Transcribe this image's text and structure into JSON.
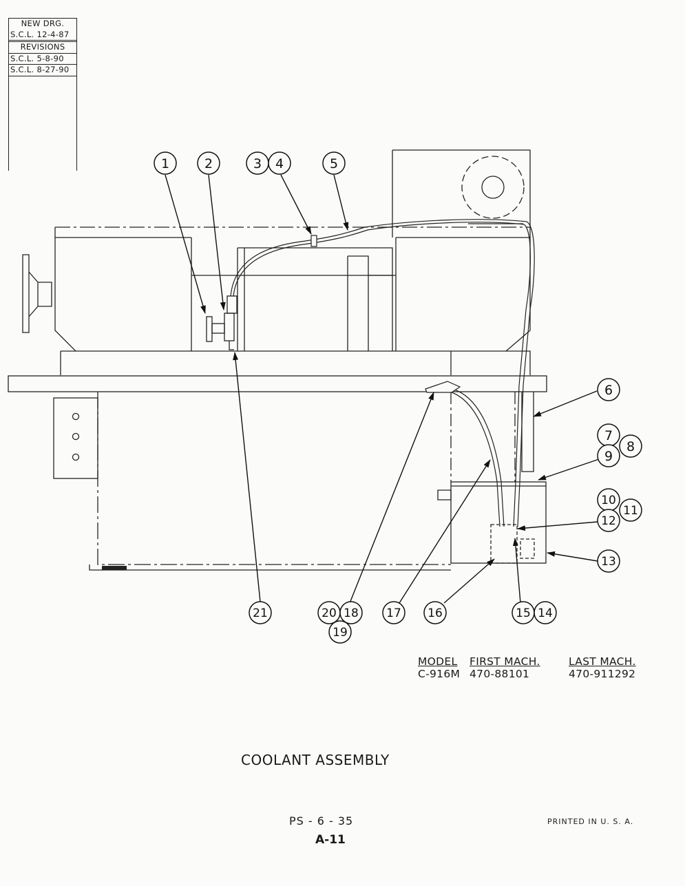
{
  "revision_block": {
    "new_drawing_label": "NEW DRG.",
    "new_drawing_entry": "S.C.L. 12-4-87",
    "revisions_label": "REVISIONS",
    "revisions": [
      "S.C.L. 5-8-90",
      "S.C.L. 8-27-90"
    ]
  },
  "callouts": [
    "1",
    "2",
    "3",
    "4",
    "5",
    "6",
    "7",
    "8",
    "9",
    "10",
    "11",
    "12",
    "13",
    "14",
    "15",
    "16",
    "17",
    "18",
    "19",
    "20",
    "21"
  ],
  "model_table": {
    "headers": [
      "MODEL",
      "FIRST MACH.",
      "LAST MACH."
    ],
    "row": [
      "C-916M",
      "470-88101",
      "470-911292"
    ]
  },
  "title": "COOLANT ASSEMBLY",
  "page_number": "PS - 6 - 35",
  "sheet_number": "A-11",
  "printed_note": "PRINTED IN U. S. A."
}
